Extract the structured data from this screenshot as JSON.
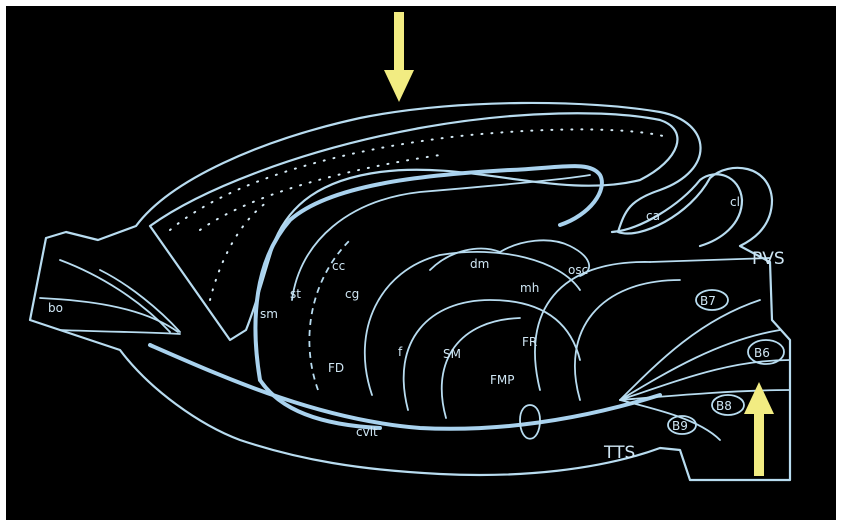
{
  "figure": {
    "labels": {
      "bo": "bo",
      "sm": "sm",
      "st": "st",
      "cc": "cc",
      "cg": "cg",
      "fd": "FD",
      "f": "f",
      "sm_big": "SM",
      "fr": "FR",
      "fmp": "FMP",
      "dm": "dm",
      "mh": "mh",
      "osc": "osc",
      "ca": "ca",
      "cl": "cl",
      "pvs": "PVS",
      "b7": "B7",
      "b6": "B6",
      "b8": "B8",
      "b9": "B9",
      "tts": "TTS",
      "cvlt": "cvlt"
    },
    "arrow_color": "#f2ec82",
    "line_color": "#a9d2ee",
    "background_color": "#000000"
  }
}
